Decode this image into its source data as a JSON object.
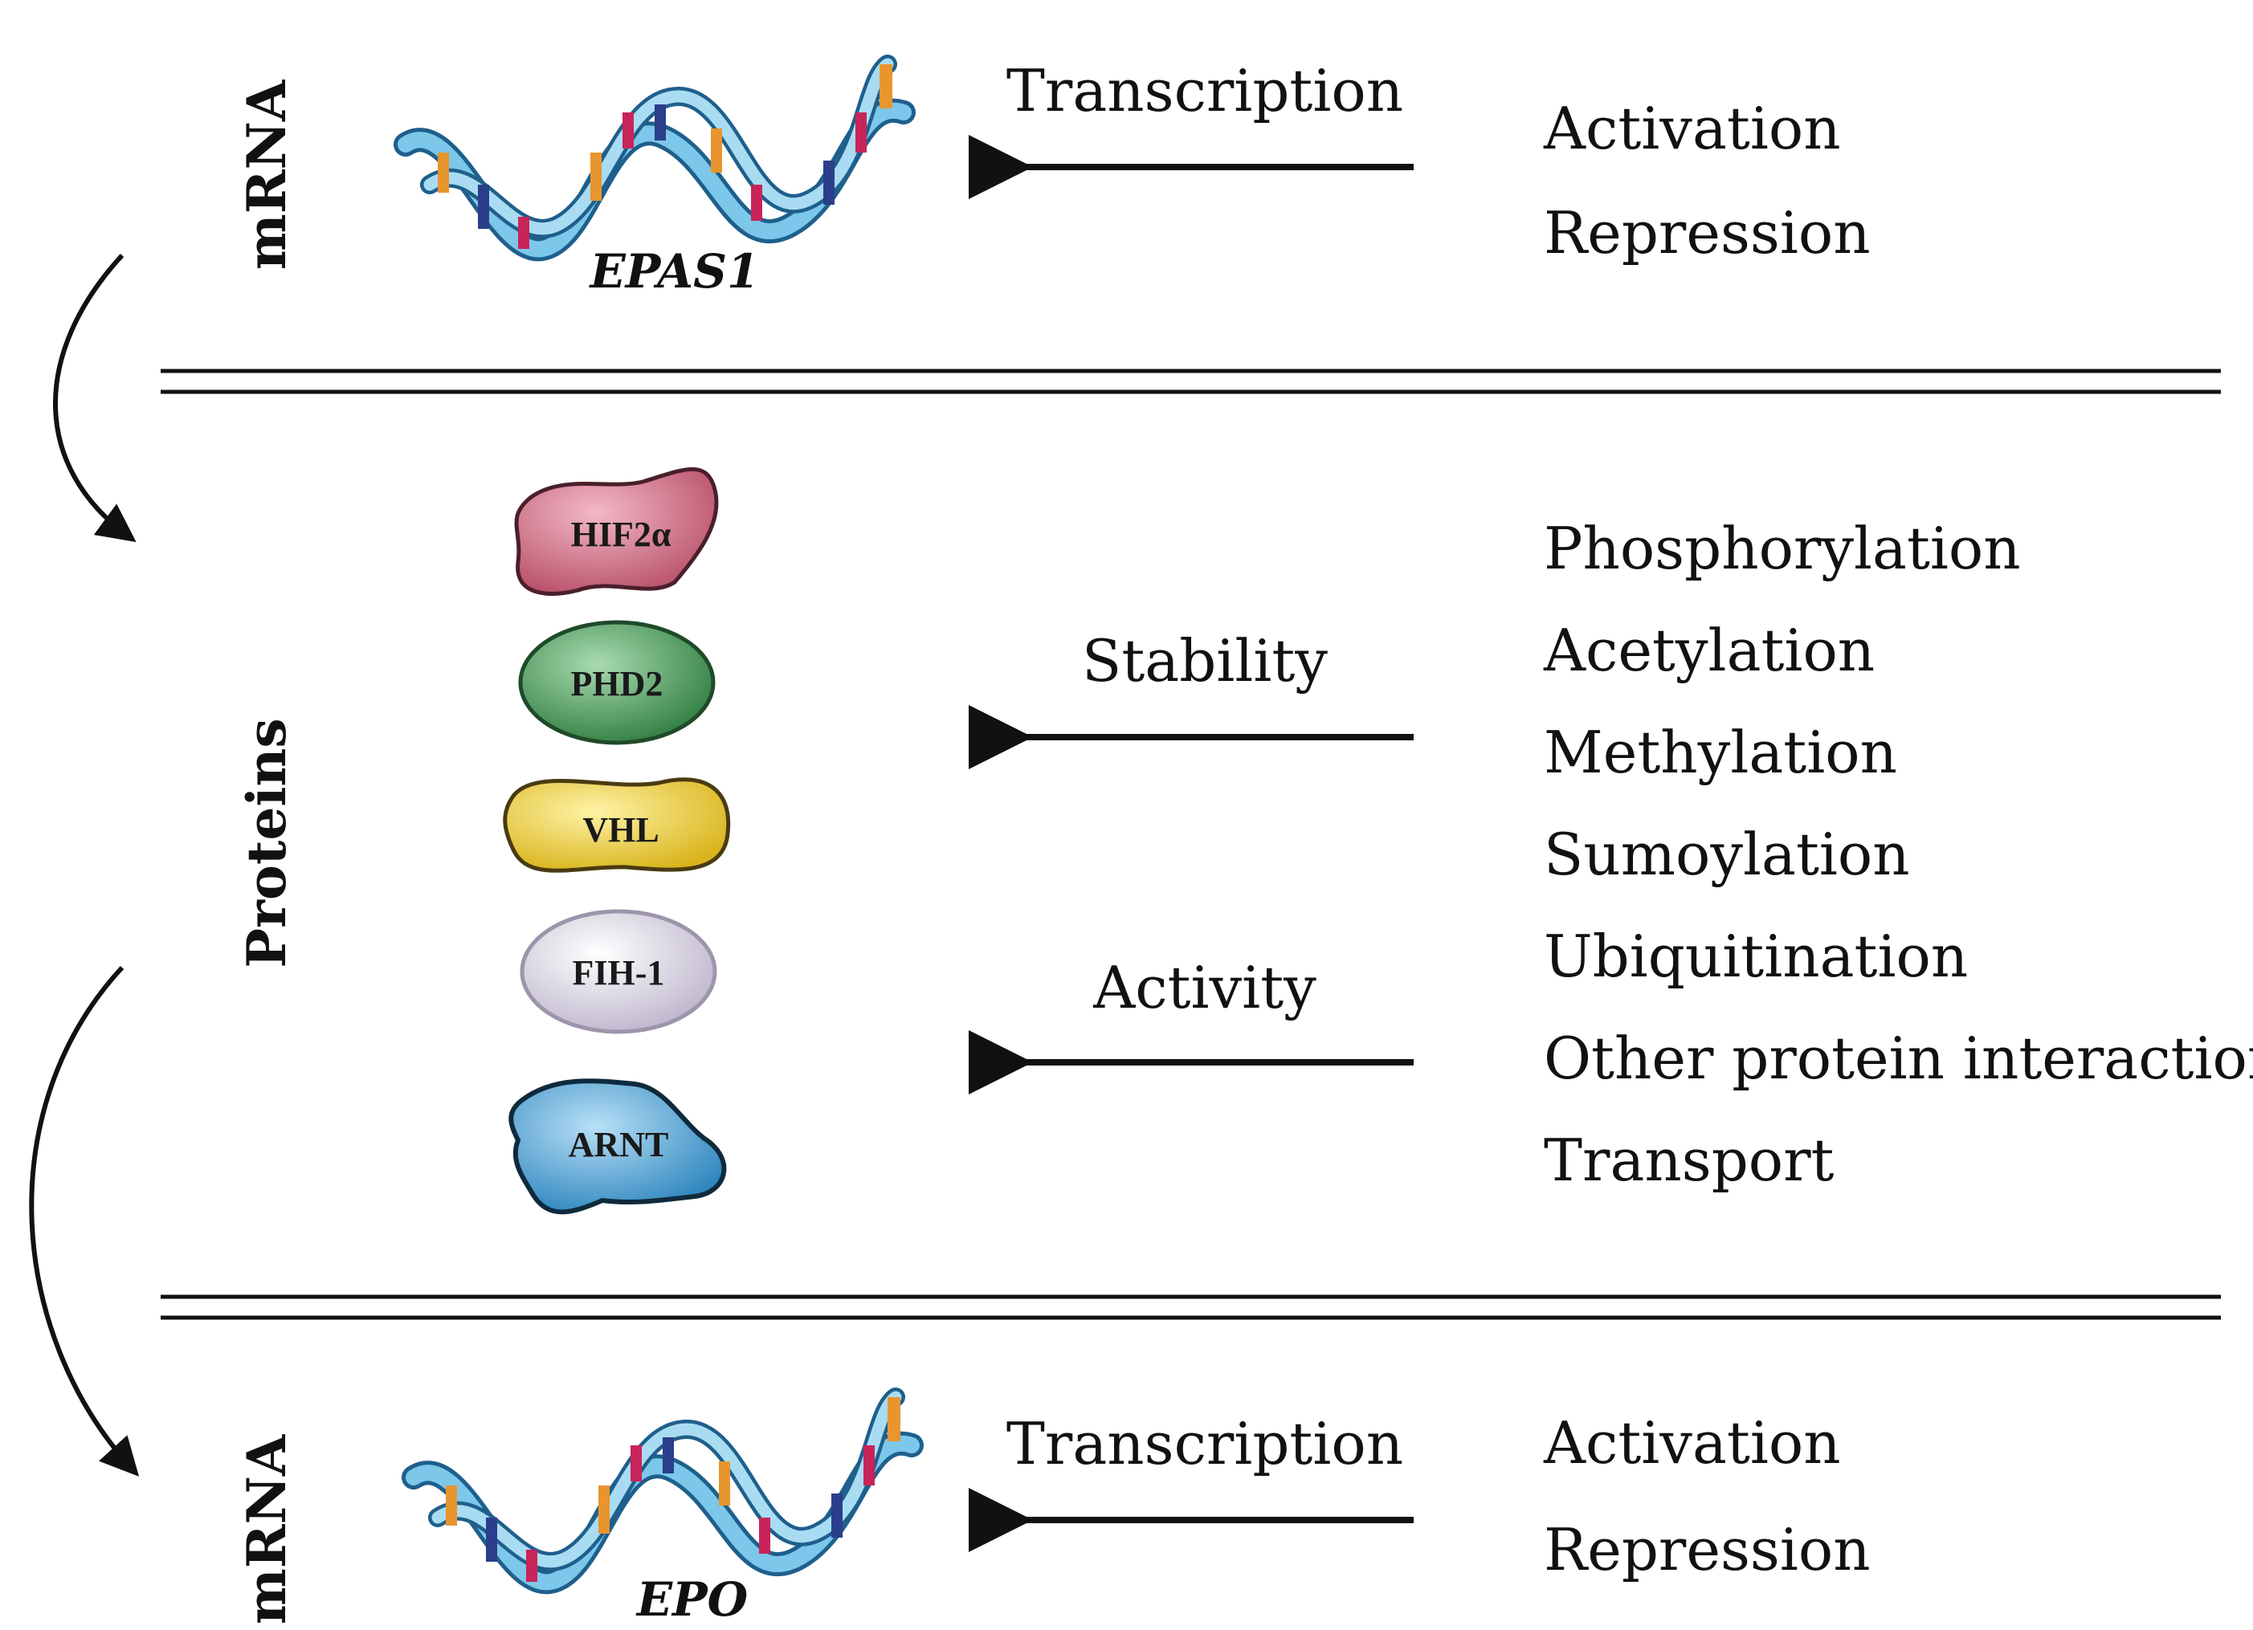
{
  "sections": {
    "top": {
      "side_label": "mRNA",
      "gene": "EPAS1",
      "arrow_label": "Transcription",
      "modifiers": [
        "Activation",
        "Repression"
      ]
    },
    "middle": {
      "side_label": "Proteins",
      "proteins": [
        {
          "name": "HIF2α",
          "color": "#d46f86"
        },
        {
          "name": "PHD2",
          "color": "#49a35d"
        },
        {
          "name": "VHL",
          "color": "#f3d63c"
        },
        {
          "name": "FIH-1",
          "color": "#e8e4ef"
        },
        {
          "name": "ARNT",
          "color": "#5aaedc"
        }
      ],
      "arrow_labels": [
        "Stability",
        "Activity"
      ],
      "modifiers": [
        "Phosphorylation",
        "Acetylation",
        "Methylation",
        "Sumoylation",
        "Ubiquitination",
        "Other protein interaction",
        "Transport"
      ]
    },
    "bottom": {
      "side_label": "mRNA",
      "gene": "EPO",
      "arrow_label": "Transcription",
      "modifiers": [
        "Activation",
        "Repression"
      ]
    }
  }
}
